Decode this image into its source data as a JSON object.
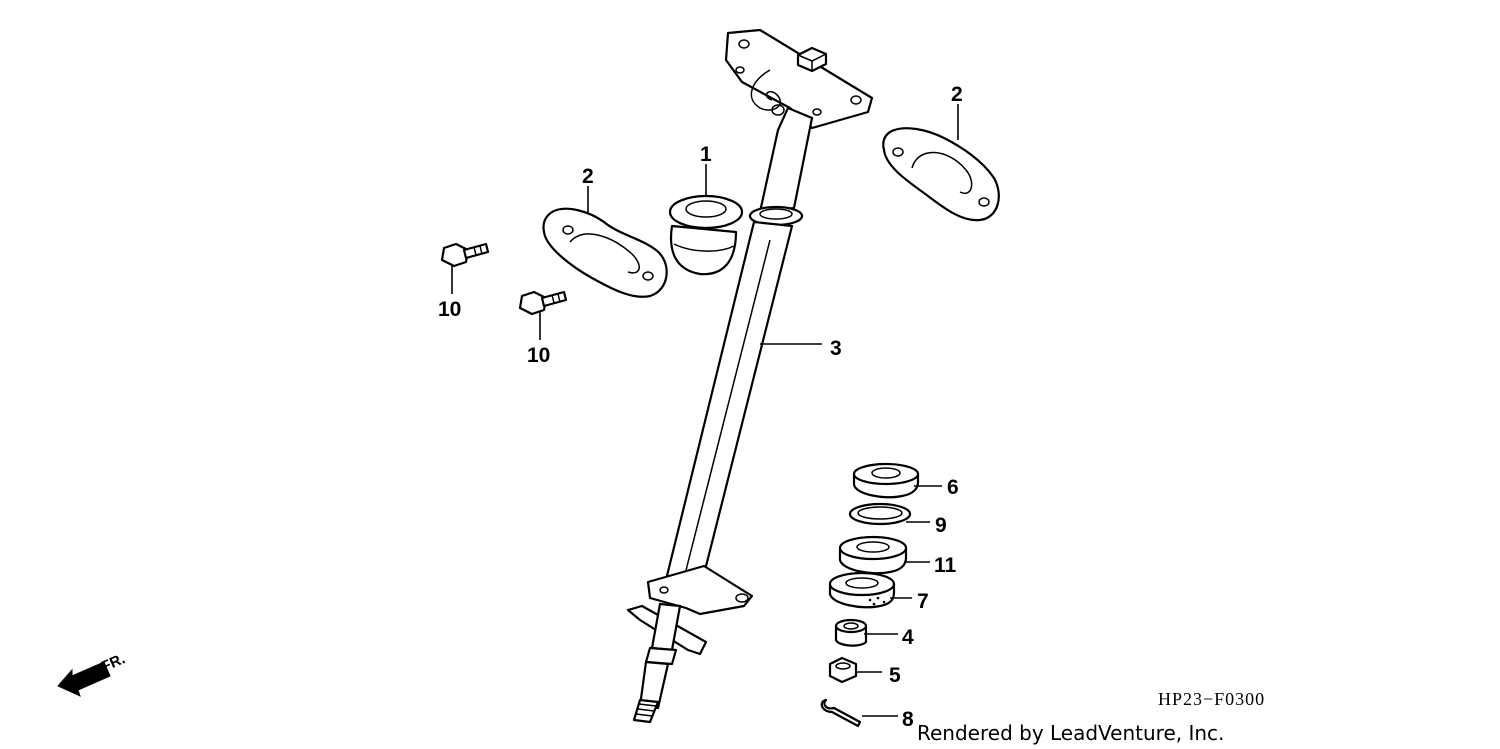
{
  "callouts": {
    "c1": "1",
    "c2a": "2",
    "c2b": "2",
    "c3": "3",
    "c4": "4",
    "c5": "5",
    "c6": "6",
    "c7": "7",
    "c8": "8",
    "c9": "9",
    "c10a": "10",
    "c10b": "10",
    "c11": "11"
  },
  "diagram_code": "HP23−F0300",
  "credit": "Rendered by LeadVenture, Inc.",
  "direction_label": "FR.",
  "icons": {
    "front_arrow": "arrow-left-down-icon"
  }
}
